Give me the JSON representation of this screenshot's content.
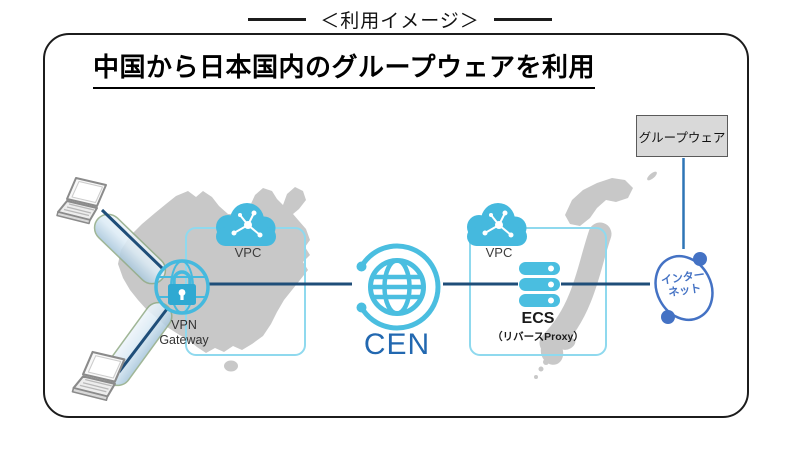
{
  "header": {
    "label": "＜利用イメージ＞"
  },
  "title": {
    "text": "中国から日本国内のグループウェアを利用"
  },
  "nodes": {
    "groupware": {
      "label": "グループウェア"
    },
    "china_vpc": {
      "label": "VPC"
    },
    "vpn_gateway": {
      "label": "VPN\nGateway"
    },
    "cen": {
      "label": "CEN"
    },
    "japan_vpc": {
      "label": "VPC"
    },
    "ecs": {
      "label": "ECS",
      "sublabel": "（リバースProxy）"
    },
    "internet": {
      "label": "インター\nネット"
    }
  },
  "icons": {
    "client_pcs": "laptop-icon",
    "tunnels": "vpn-tunnel-capsule-icon",
    "vpn_gateway": "vpn-gateway-lock-globe-icon",
    "vpc_clouds": "cloud-network-icon",
    "cen": "cen-globe-swirl-icon",
    "ecs": "server-stack-icon",
    "internet": "internet-ellipse-icon",
    "china": "china-map-silhouette",
    "japan": "japan-map-silhouette"
  },
  "colors": {
    "icon_blue": "#45b9de",
    "server_blue": "#4abee0",
    "link_dark_blue": "#1f4e79",
    "groupware_link_blue": "#2e75b6",
    "internet_blue": "#4472c4",
    "cen_label_blue": "#2268b0",
    "vpc_border_blue": "#8fd9ee",
    "map_gray": "#c8c8c8",
    "groupware_box_fill": "#d9d9d9",
    "groupware_box_border": "#5a5a5a"
  }
}
